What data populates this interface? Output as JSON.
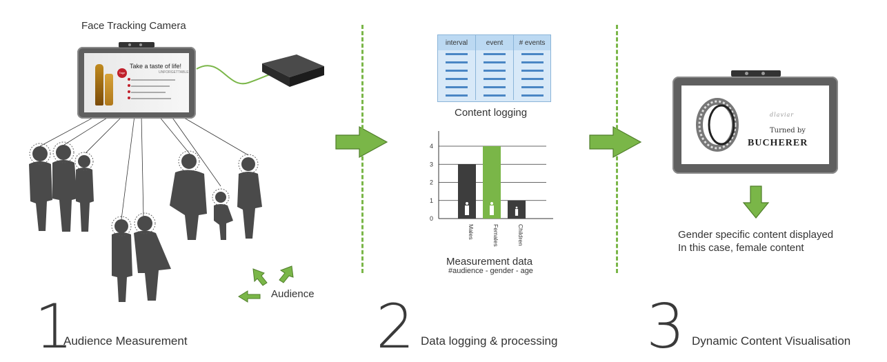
{
  "step1": {
    "number": "1",
    "title": "Audience Measurement",
    "camera_label": "Face Tracking Camera",
    "screen": {
      "badge": "Tage",
      "headline": "Take a taste of life!",
      "subline": "UNFORGETTABLE"
    },
    "audience_label": "Audience"
  },
  "step2": {
    "number": "2",
    "title": "Data logging & processing",
    "table": {
      "headers": [
        "interval",
        "event",
        "# events"
      ],
      "row_count": 6
    },
    "table_caption": "Content logging",
    "chart_caption": "Measurement data",
    "chart_subcaption": "#audience - gender - age"
  },
  "chart_data": {
    "type": "bar",
    "categories": [
      "Males",
      "Females",
      "Children"
    ],
    "values": [
      3,
      4,
      1
    ],
    "ylim": [
      0,
      4
    ],
    "yticks": [
      "0",
      "1",
      "2",
      "3",
      "4"
    ],
    "colors": [
      "#3d3d3d",
      "#7ab648",
      "#3d3d3d"
    ],
    "grid": true
  },
  "step3": {
    "number": "3",
    "title": "Dynamic Content Visualisation",
    "screen": {
      "brand_small": "dlaviar",
      "turned_by": "Turned by",
      "brand": "BUCHERER"
    },
    "caption_line1": "Gender specific content displayed",
    "caption_line2": "In this case, female content"
  },
  "colors": {
    "accent_green": "#7ab648",
    "dark_gray": "#3d3d3d",
    "table_blue": "#bcd9f2"
  }
}
